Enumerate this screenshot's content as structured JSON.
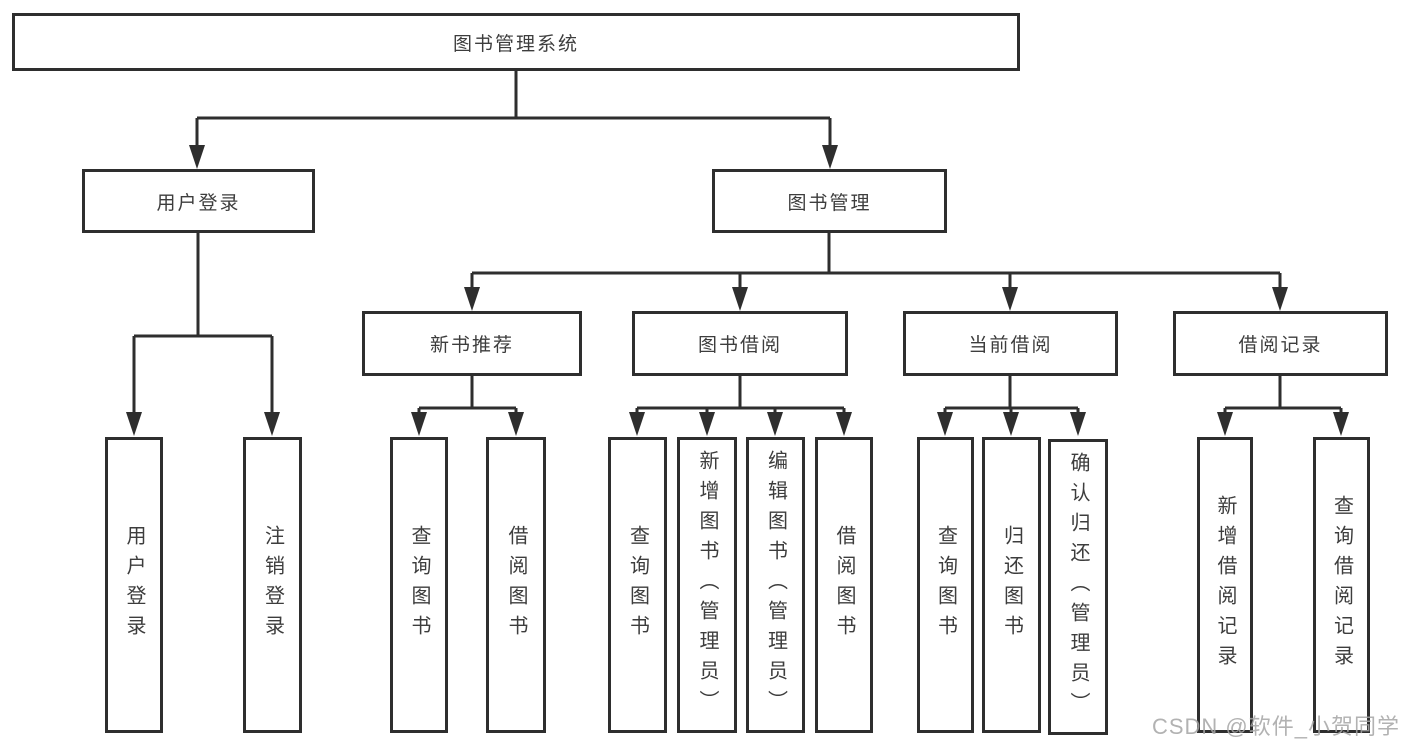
{
  "diagram_title": "图书管理系统",
  "tree": {
    "label": "图书管理系统",
    "children": [
      {
        "label": "用户登录",
        "children": [
          {
            "label": "用户登录"
          },
          {
            "label": "注销登录"
          }
        ]
      },
      {
        "label": "图书管理",
        "children": [
          {
            "label": "新书推荐",
            "children": [
              {
                "label": "查询图书"
              },
              {
                "label": "借阅图书"
              }
            ]
          },
          {
            "label": "图书借阅",
            "children": [
              {
                "label": "查询图书"
              },
              {
                "label": "新增图书（管理员）"
              },
              {
                "label": "编辑图书（管理员）"
              },
              {
                "label": "借阅图书"
              }
            ]
          },
          {
            "label": "当前借阅",
            "children": [
              {
                "label": "查询图书"
              },
              {
                "label": "归还图书"
              },
              {
                "label": "确认归还（管理员）"
              }
            ]
          },
          {
            "label": "借阅记录",
            "children": [
              {
                "label": "新增借阅记录"
              },
              {
                "label": "查询借阅记录"
              }
            ]
          }
        ]
      }
    ]
  },
  "watermark": {
    "text": "CSDN @软件_小贺同学"
  },
  "colors": {
    "line": "#2e2e2e",
    "text": "#3d3d3d",
    "background": "#ffffff",
    "watermark": "#a4a4a4"
  }
}
